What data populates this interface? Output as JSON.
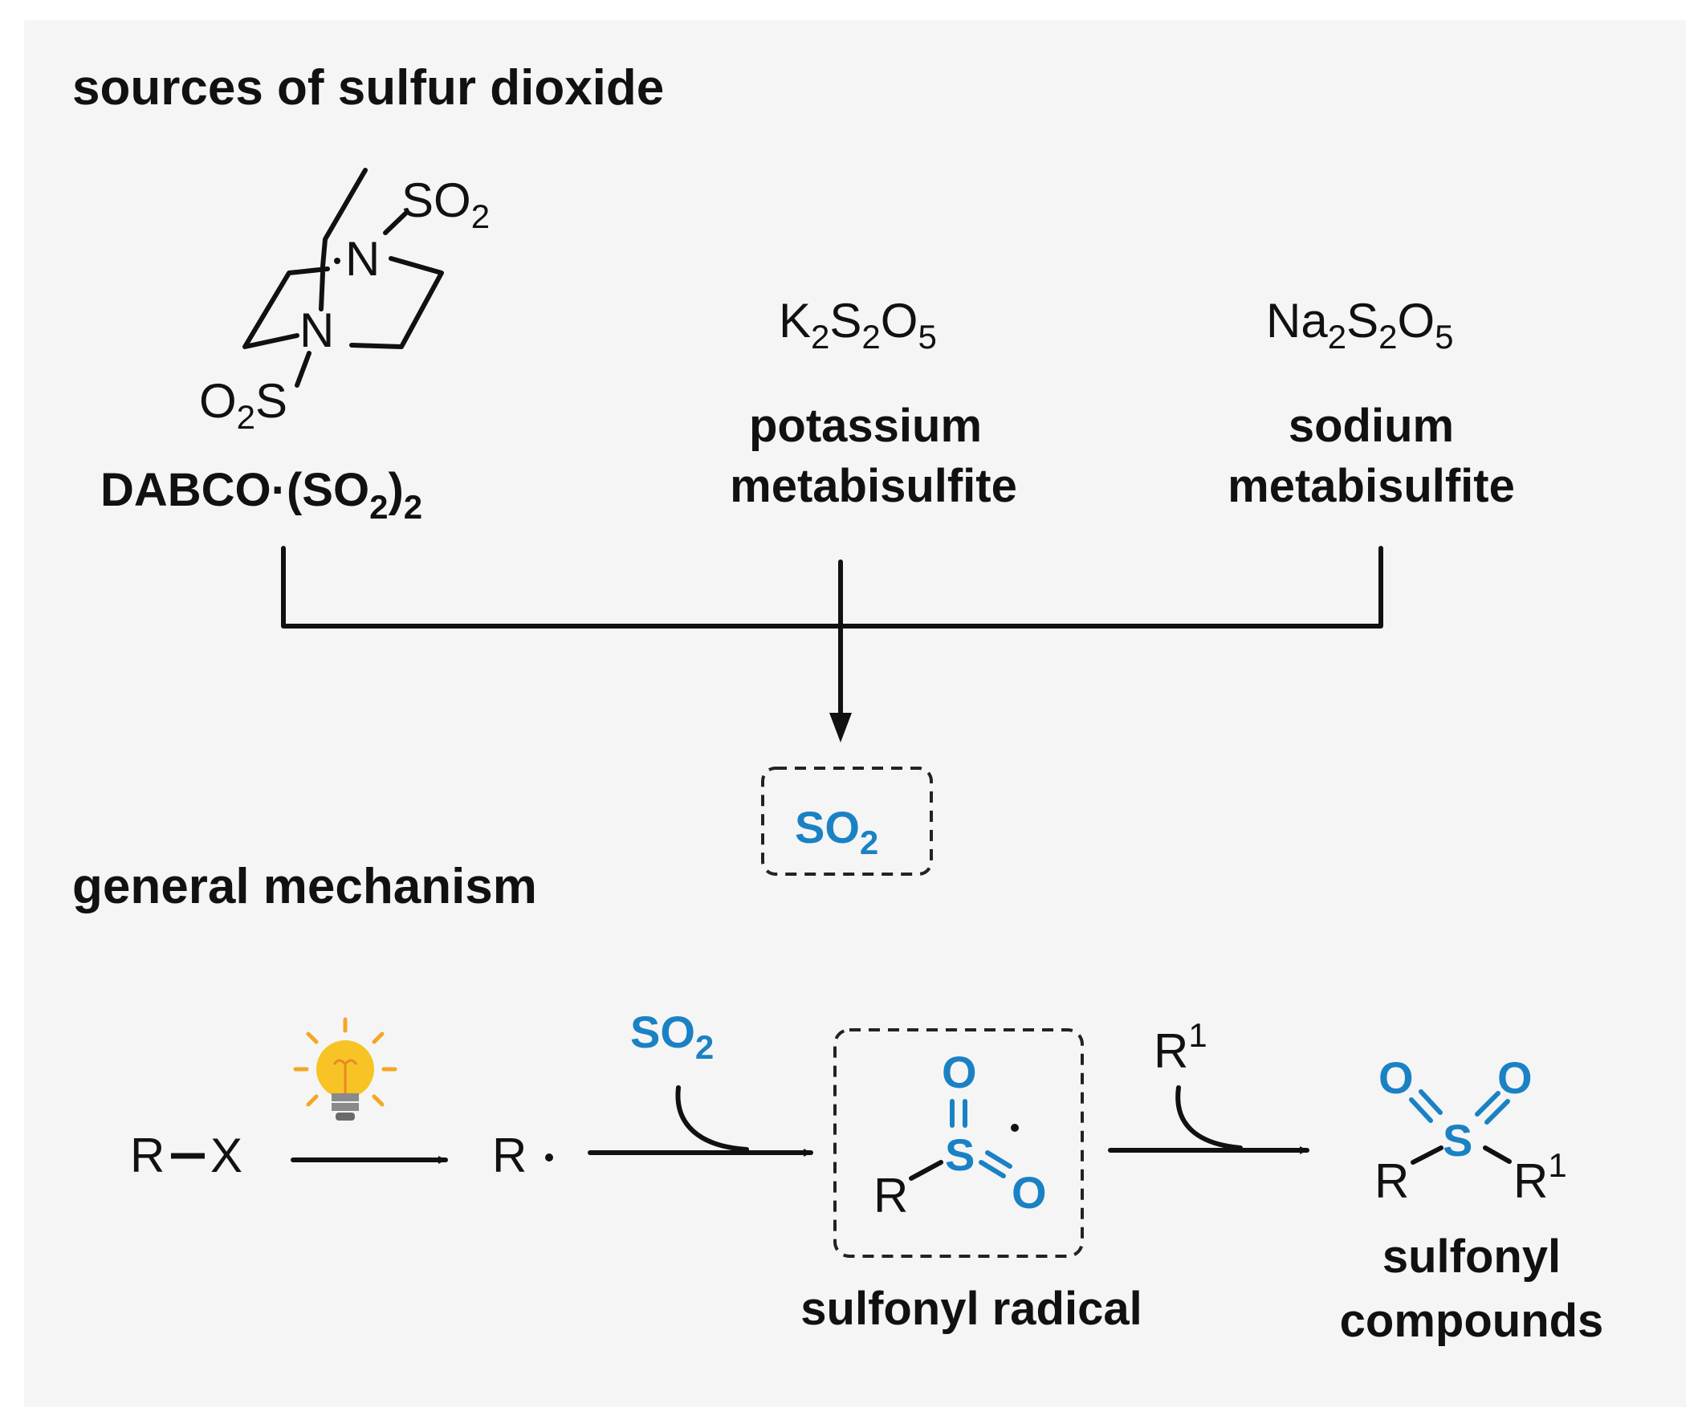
{
  "headings": {
    "sources": "sources of sulfur dioxide",
    "mechanism": "general mechanism"
  },
  "sources": {
    "dabco": {
      "label_main": "DABCO·(SO",
      "label_sub1": "2",
      "label_close": ")",
      "label_sub2": "2",
      "atoms": {
        "n": "N",
        "s": "S",
        "o": "O",
        "sub2": "2"
      }
    },
    "potassium": {
      "formula": [
        "K",
        "2",
        "S",
        "2",
        "O",
        "5"
      ],
      "name_line1": "potassium",
      "name_line2": "metabisulfite"
    },
    "sodium": {
      "formula": [
        "Na",
        "2",
        "S",
        "2",
        "O",
        "5"
      ],
      "name_line1": "sodium",
      "name_line2": "metabisulfite"
    }
  },
  "product_box": {
    "main": "SO",
    "sub": "2"
  },
  "mechanism": {
    "substrate": {
      "r": "R",
      "x": "X"
    },
    "radical_r": "R",
    "reagent_so2": {
      "main": "SO",
      "sub": "2"
    },
    "reagent_r1": {
      "main": "R",
      "sup": "1"
    },
    "sulfonyl_radical": {
      "r": "R",
      "s": "S",
      "o_top": "O",
      "o_right": "O",
      "label": "sulfonyl radical"
    },
    "sulfonyl_compound": {
      "r": "R",
      "r1": "R",
      "r1_sup": "1",
      "s": "S",
      "o_left": "O",
      "o_right": "O",
      "label_line1": "sulfonyl",
      "label_line2": "compounds"
    }
  },
  "colors": {
    "accent_blue": "#1a82c4",
    "bulb_yellow": "#f7c325",
    "bulb_ray_orange": "#f5a623",
    "panel_bg": "#f5f5f5"
  },
  "icons": [
    "light-bulb-icon"
  ]
}
